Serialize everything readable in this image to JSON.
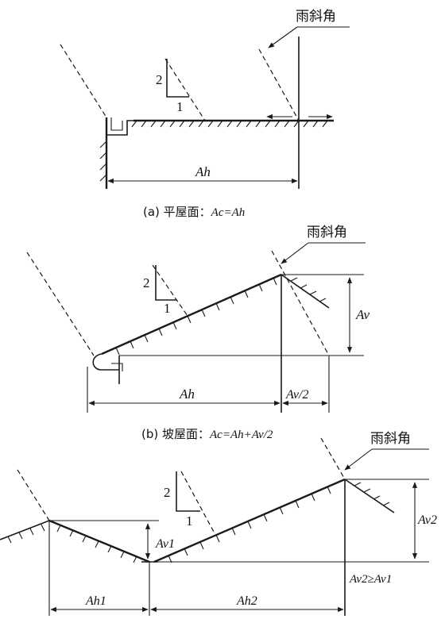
{
  "labels": {
    "rain_angle": "雨斜角",
    "ratio_vertical": "2",
    "ratio_horizontal": "1"
  },
  "panel_a": {
    "caption_prefix": "(a) 平屋面：",
    "caption_formula": "Ac=Ah",
    "dim_width": "Ah"
  },
  "panel_b": {
    "caption_prefix": "(b) 坡屋面：",
    "caption_formula": "Ac=Ah+Av/2",
    "dim_width": "Ah",
    "dim_half_height": "Av/2",
    "dim_height": "Av"
  },
  "panel_c": {
    "dim_width_1": "Ah1",
    "dim_width_2": "Ah2",
    "dim_height_1": "Av1",
    "dim_height_2": "Av2",
    "condition": "Av2≥Av1"
  }
}
